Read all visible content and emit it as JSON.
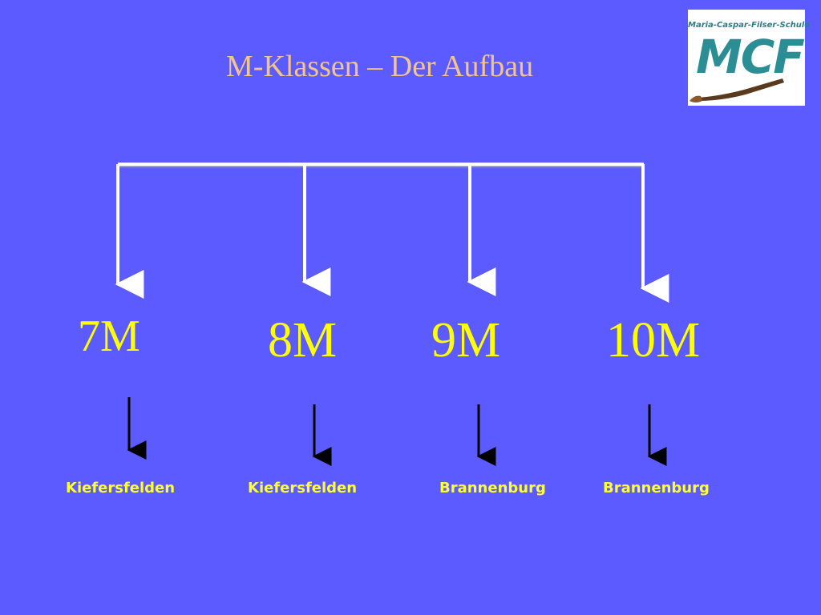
{
  "slide": {
    "title": "M-Klassen – Der Aufbau"
  },
  "logo": {
    "school_name": "Maria-Caspar-Filser-Schule",
    "initials": "MCF"
  },
  "grades": [
    {
      "label": "7M",
      "location": "Kiefersfelden"
    },
    {
      "label": "8M",
      "location": "Kiefersfelden"
    },
    {
      "label": "9M",
      "location": "Brannenburg"
    },
    {
      "label": "10M",
      "location": "Brannenburg"
    }
  ],
  "colors": {
    "background": "#5b5bff",
    "title": "#f4c48a",
    "grade_text": "#ffff00",
    "location_text": "#ffff33",
    "connector": "#ffffff",
    "down_arrow": "#000000"
  }
}
